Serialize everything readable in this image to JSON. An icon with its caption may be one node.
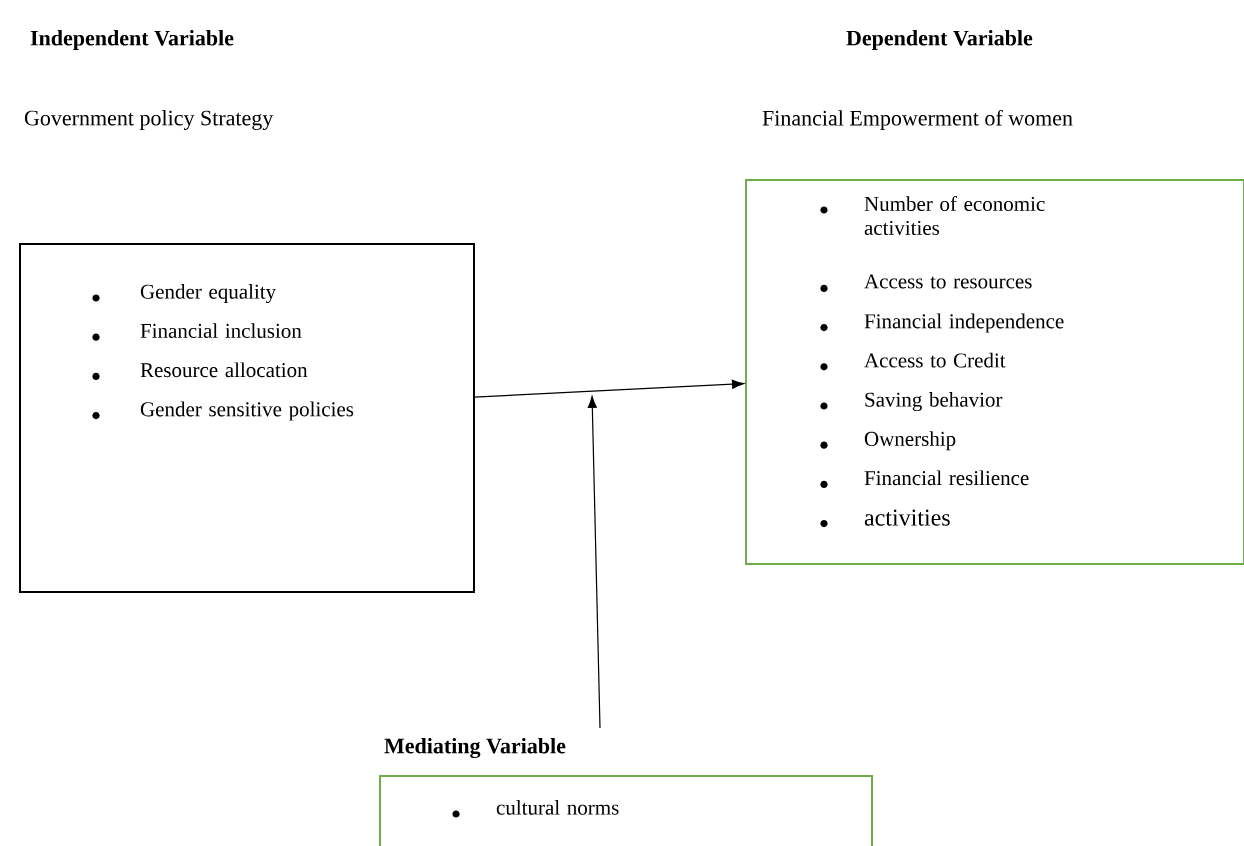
{
  "diagram": {
    "nodes": [
      {
        "text": [
          "Gender equality",
          "Financial inclusion",
          "Resource allocation",
          "Gender sensitive policies"
        ]
      },
      {
        "text": [
          "Number of economic activities",
          "Access to resources",
          "Financial independence",
          "Access to Credit",
          "Saving behavior",
          "Ownership",
          "Financial resilience",
          "activities"
        ]
      },
      {
        "text": [
          "Mediating Variable",
          "cultural norms"
        ]
      }
    ],
    "edges": [
      {
        "from": 0,
        "to": 1,
        "arrow": "to"
      },
      {
        "from": 2,
        "to": null,
        "arrow": "to"
      }
    ],
    "labels": [
      "Independent Variable",
      "Dependent Variable",
      "Government policy Strategy",
      "Financial Empowerment of women"
    ]
  }
}
